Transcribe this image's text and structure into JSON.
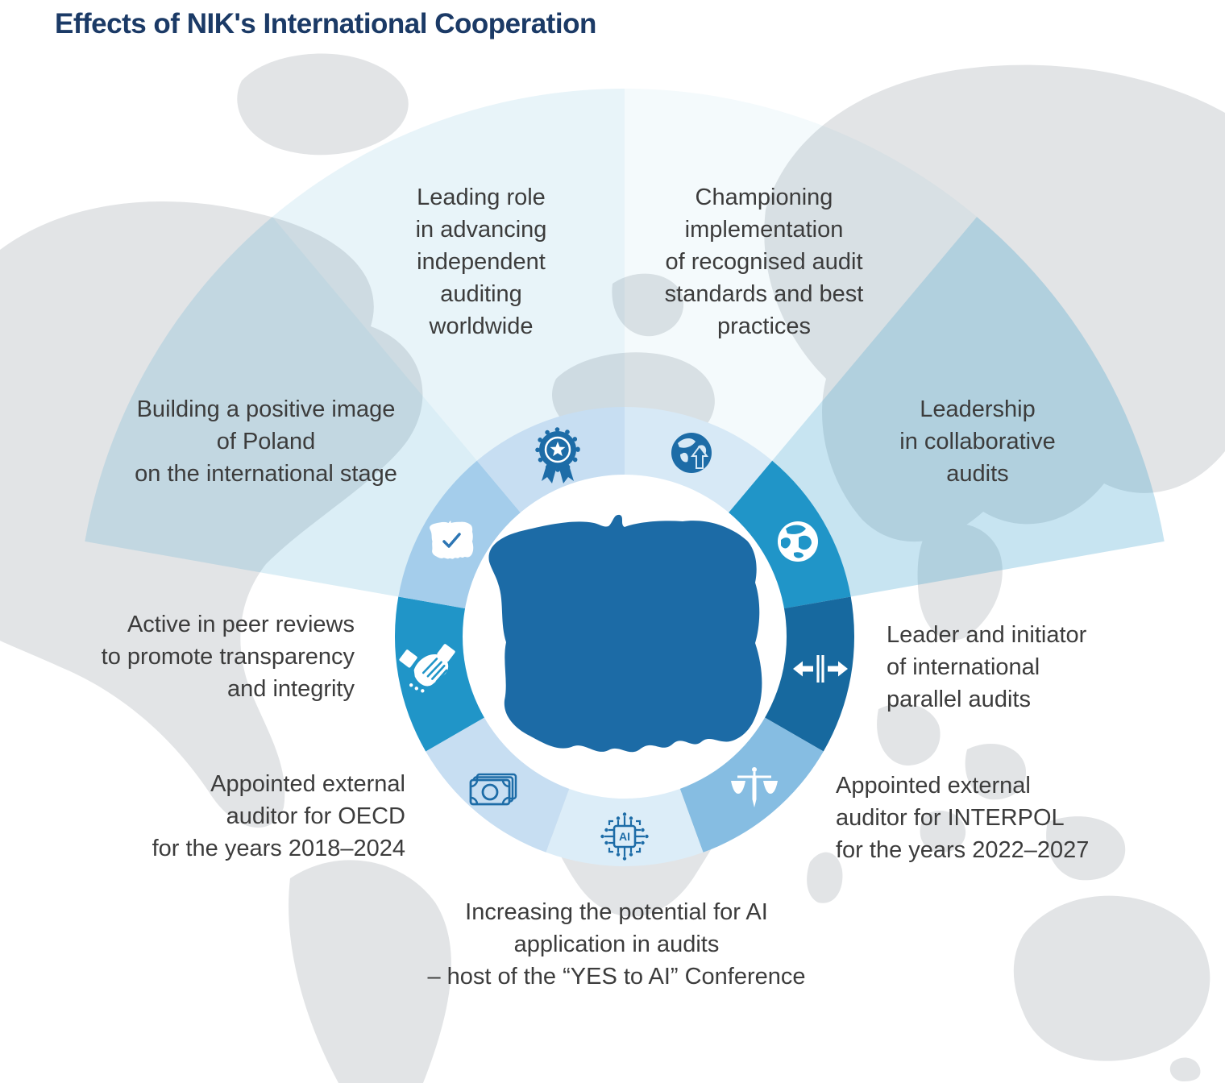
{
  "title": "Effects of NIK's International Cooperation",
  "labels": {
    "leading_role": "Leading role\nin advancing\nindependent\nauditing\nworldwide",
    "championing": "Championing\nimplementation\nof recognised audit\nstandards and best\npractices",
    "leadership": "Leadership\nin collaborative\naudits",
    "parallel_audits": "Leader and initiator\nof international\nparallel audits",
    "interpol": "Appointed external\nauditor for INTERPOL\nfor the years 2022–2027",
    "ai_conference": "Increasing the potential for AI\napplication in audits\n– host of the “YES to AI” Conference",
    "oecd": "Appointed external\nauditor for OECD\nfor the years 2018–2024",
    "peer_reviews": "Active in peer reviews\nto promote transparency\nand integrity",
    "positive_image": "Building a positive image\nof Poland\non the international stage"
  },
  "ring": {
    "ai_chip_label": "AI",
    "icons": [
      "award-medal",
      "globe-arrow",
      "globe",
      "parallel-arrows",
      "scales-sword",
      "ai-chip",
      "banknotes",
      "handshake",
      "poland-check"
    ]
  },
  "colors": {
    "title_navy": "#1b3a66",
    "body_text": "#3c3c3c",
    "segment_bright_blue": "#2095c8",
    "segment_dark_blue": "#17699f",
    "segment_medium_blue": "#86bde2",
    "segment_light_medium_blue": "#a4cdeb",
    "segment_light_blue": "#c7def2",
    "segment_pale_blue": "#d7e9f6",
    "segment_palest_blue": "#dcedf8",
    "icon_dark_blue": "#1d6ca7",
    "poland_map_blue": "#1c6ba6",
    "world_map_gray": "#e2e4e6",
    "fan_tint_blue": "#2095c8",
    "check_mark_blue": "#2d76b4"
  }
}
